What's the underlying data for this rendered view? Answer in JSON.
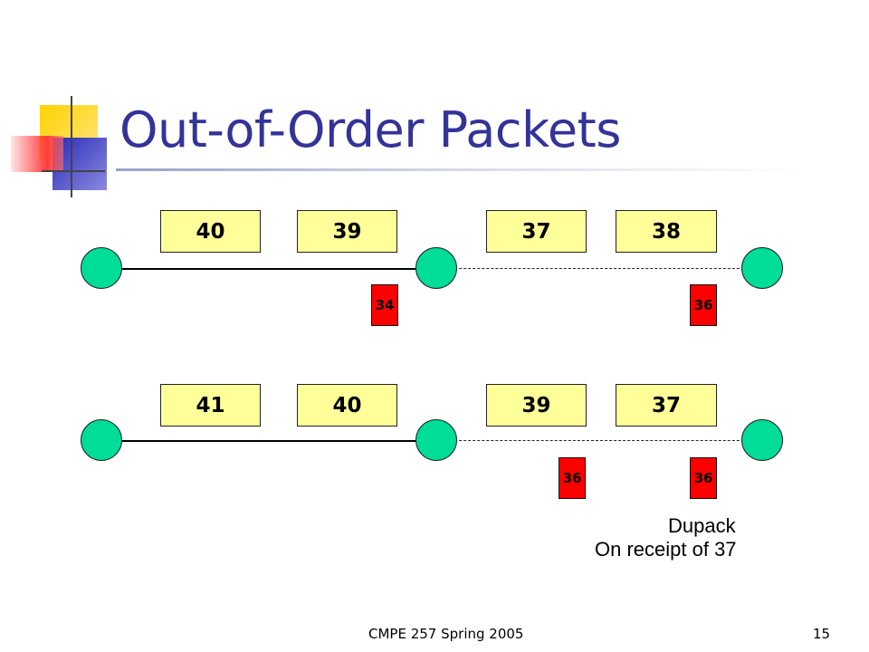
{
  "slide": {
    "title": "Out-of-Order Packets",
    "colors": {
      "title": "#333399",
      "packet_fill": "#ffff99",
      "ack_fill": "#ff0000",
      "node_fill": "#00dd99"
    }
  },
  "rows": [
    {
      "packets": [
        "40",
        "39",
        "37",
        "38"
      ],
      "acks": [
        "34",
        "36"
      ]
    },
    {
      "packets": [
        "41",
        "40",
        "39",
        "37"
      ],
      "acks": [
        "36",
        "36"
      ]
    }
  ],
  "notes": {
    "line1": "Dupack",
    "line2": "On receipt of 37"
  },
  "footer": {
    "course": "CMPE 257  Spring 2005",
    "page_number": "15"
  }
}
